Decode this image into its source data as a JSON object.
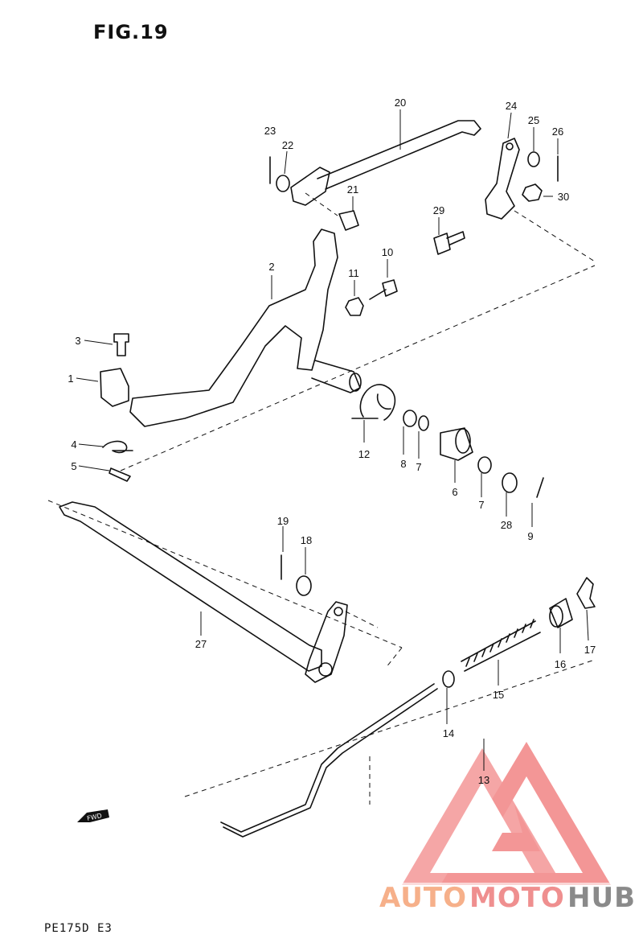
{
  "figure": {
    "title": "FIG.19",
    "code": "PE175D E3"
  },
  "fwd_label": "FWD",
  "callouts": {
    "p1": "1",
    "p2": "2",
    "p3": "3",
    "p4": "4",
    "p5": "5",
    "p6": "6",
    "p7a": "7",
    "p7b": "7",
    "p8": "8",
    "p9": "9",
    "p10": "10",
    "p11": "11",
    "p12": "12",
    "p13": "13",
    "p14": "14",
    "p15": "15",
    "p16": "16",
    "p17": "17",
    "p18": "18",
    "p19": "19",
    "p20": "20",
    "p21": "21",
    "p22": "22",
    "p23": "23",
    "p24": "24",
    "p25": "25",
    "p26": "26",
    "p27": "27",
    "p28": "28",
    "p29": "29",
    "p30": "30"
  },
  "watermark": {
    "auto": "AUTO",
    "moto": "MOTO",
    "hub": "HUB",
    "colors": {
      "auto": "#f6b08a",
      "moto": "#ef8f8f",
      "hub": "#8a8a8a",
      "triangle": "#f28b8b"
    }
  }
}
